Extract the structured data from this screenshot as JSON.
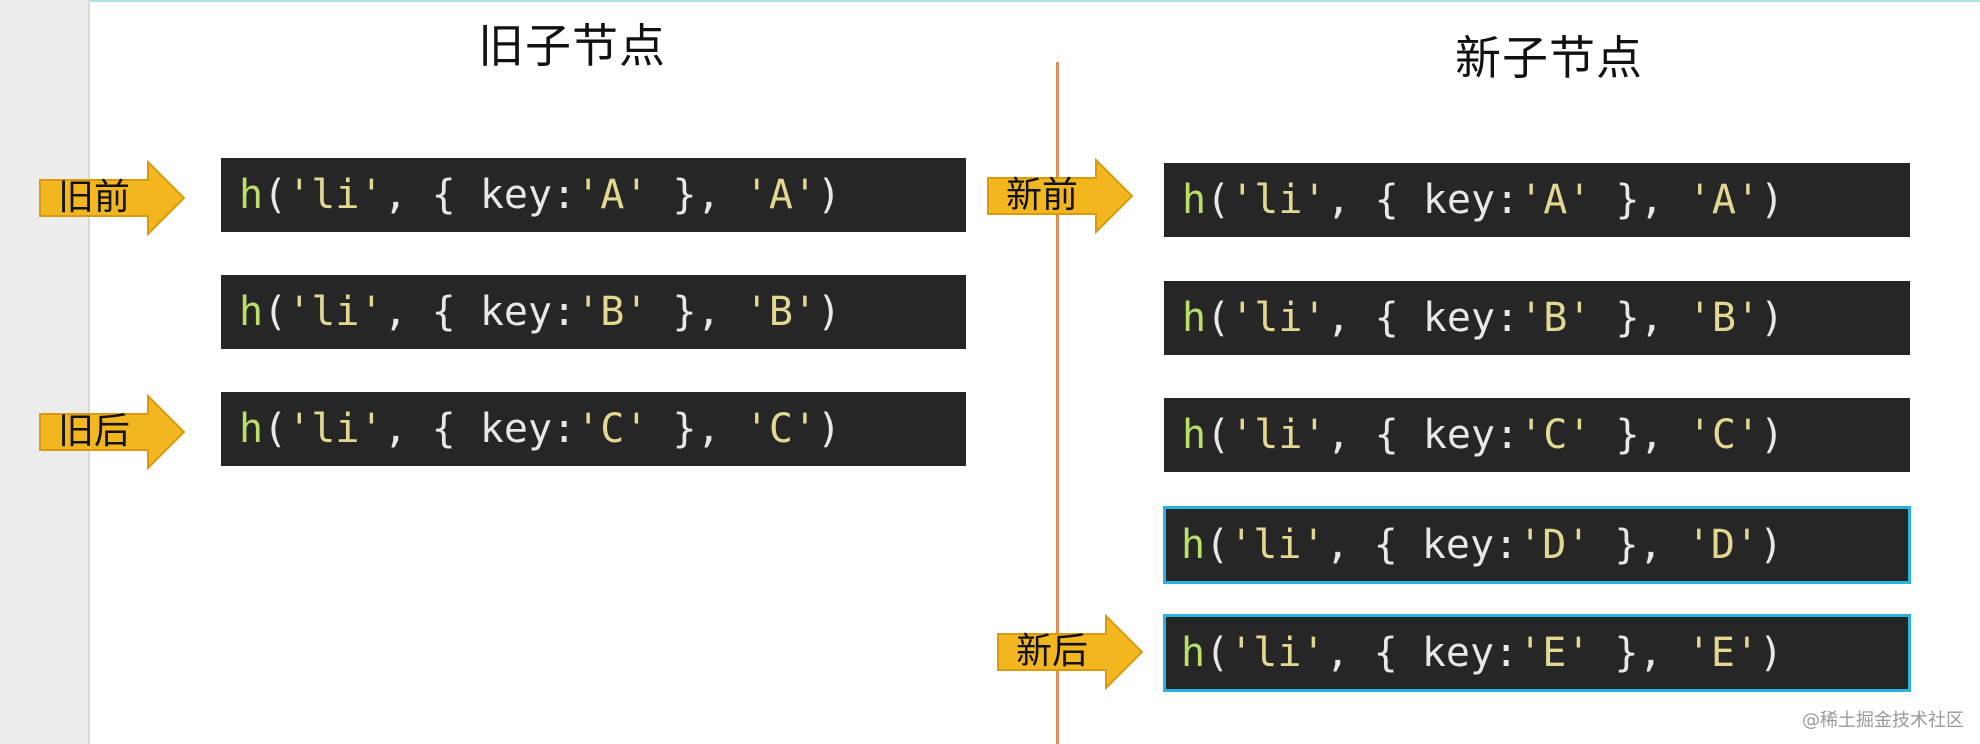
{
  "old_panel": {
    "heading": "旧子节点",
    "items": [
      {
        "fn": "h",
        "tag": "'li'",
        "key": "'A'",
        "text": "'A'"
      },
      {
        "fn": "h",
        "tag": "'li'",
        "key": "'B'",
        "text": "'B'"
      },
      {
        "fn": "h",
        "tag": "'li'",
        "key": "'C'",
        "text": "'C'"
      }
    ],
    "pointers": {
      "start": "旧前",
      "end": "旧后"
    }
  },
  "new_panel": {
    "heading": "新子节点",
    "items": [
      {
        "fn": "h",
        "tag": "'li'",
        "key": "'A'",
        "text": "'A'"
      },
      {
        "fn": "h",
        "tag": "'li'",
        "key": "'B'",
        "text": "'B'"
      },
      {
        "fn": "h",
        "tag": "'li'",
        "key": "'C'",
        "text": "'C'"
      },
      {
        "fn": "h",
        "tag": "'li'",
        "key": "'D'",
        "text": "'D'",
        "highlighted": true
      },
      {
        "fn": "h",
        "tag": "'li'",
        "key": "'E'",
        "text": "'E'",
        "highlighted": true
      }
    ],
    "pointers": {
      "start": "新前",
      "end": "新后"
    }
  },
  "code": {
    "key_label": "key:"
  },
  "watermark": "@稀土掘金技术社区",
  "colors": {
    "code_background": "#262626",
    "function_name": "#b9e06a",
    "string_literal": "#e3d892",
    "highlight_border": "#2ab3e0",
    "pointer_arrow": "#f2b71f",
    "divider": "#e2895c"
  }
}
